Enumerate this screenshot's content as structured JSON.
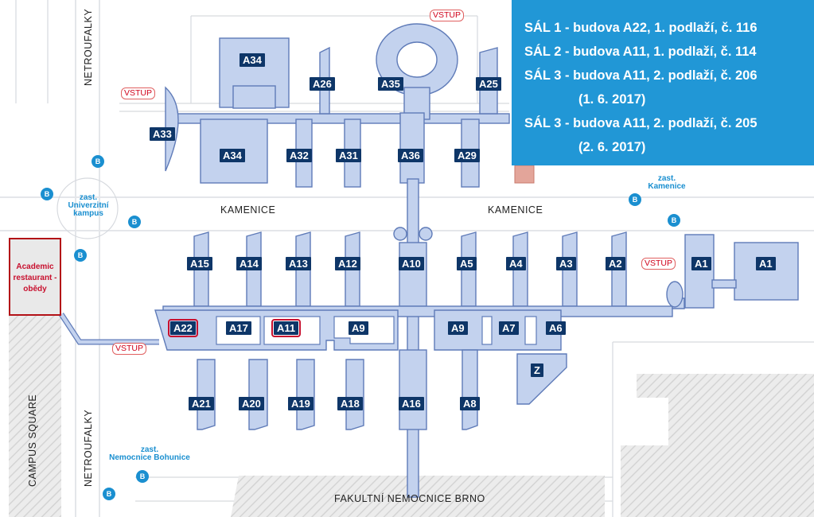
{
  "info_panel": {
    "lines": [
      "SÁL 1 - budova A22, 1. podlaží, č. 116",
      "SÁL 2 - budova A11, 1. podlaží, č. 114",
      "SÁL 3 - budova A11, 2. podlaží, č. 206",
      "(1. 6. 2017)",
      "SÁL 3 - budova A11, 2. podlaží, č. 205",
      "(2. 6. 2017)"
    ],
    "background": "#2197d6"
  },
  "streets": {
    "kamenice_west": "KAMENICE",
    "kamenice_east": "KAMENICE",
    "netroufalky_north": "NETROUFALKY",
    "netroufalky_south": "NETROUFALKY",
    "campus_square": "CAMPUS SQUARE",
    "hospital": "FAKULTNÍ NEMOCNICE BRNO"
  },
  "entrances": [
    "VSTUP",
    "VSTUP",
    "VSTUP",
    "VSTUP"
  ],
  "stops": {
    "univerzitni_kampus": "zast.\nUniverzitní\nkampus",
    "kamenice": "zast.\nKamenice",
    "nemocnice_bohunice": "zast.\nNemocnice Bohunice"
  },
  "restaurant": "Academic restaurant - obědy",
  "buildings": {
    "A34_n": "A34",
    "A26": "A26",
    "A35": "A35",
    "A25": "A25",
    "A33": "A33",
    "A34_s": "A34",
    "A32": "A32",
    "A31": "A31",
    "A36": "A36",
    "A29": "A29",
    "A15": "A15",
    "A14": "A14",
    "A13": "A13",
    "A12": "A12",
    "A10": "A10",
    "A5": "A5",
    "A4": "A4",
    "A3": "A3",
    "A2": "A2",
    "A1_a": "A1",
    "A1_b": "A1",
    "A22": "A22",
    "A17": "A17",
    "A11": "A11",
    "A9_w": "A9",
    "A9_e": "A9",
    "A7": "A7",
    "A6": "A6",
    "Z": "Z",
    "A21": "A21",
    "A20": "A20",
    "A19": "A19",
    "A18": "A18",
    "A16": "A16",
    "A8": "A8"
  },
  "highlighted_buildings": [
    "A22",
    "A11"
  ],
  "colors": {
    "building_fill": "#c3d2ee",
    "building_stroke": "#5f7bb8",
    "label_bg": "#0e3668",
    "highlight": "#c8102e",
    "bus_stop": "#1a8fd0"
  }
}
